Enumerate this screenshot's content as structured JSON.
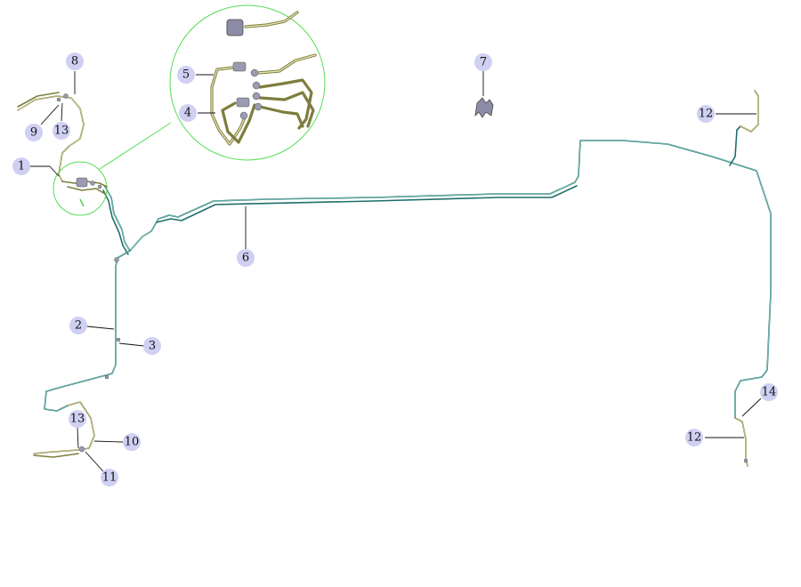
{
  "callouts": [
    {
      "label": "1"
    },
    {
      "label": "2"
    },
    {
      "label": "3"
    },
    {
      "label": "4"
    },
    {
      "label": "5"
    },
    {
      "label": "6"
    },
    {
      "label": "7"
    },
    {
      "label": "8"
    },
    {
      "label": "9"
    },
    {
      "label": "13"
    },
    {
      "label": "10"
    },
    {
      "label": "11"
    },
    {
      "label": "13"
    },
    {
      "label": "12"
    },
    {
      "label": "12"
    },
    {
      "label": "14"
    }
  ],
  "colors": {
    "callout_fill": "#cfd0f2",
    "zoom_ring": "#55dd55",
    "pipe_main": "#1e6f6a",
    "pipe_flex": "#7d7d3e"
  },
  "zoom_label": "detail-view"
}
